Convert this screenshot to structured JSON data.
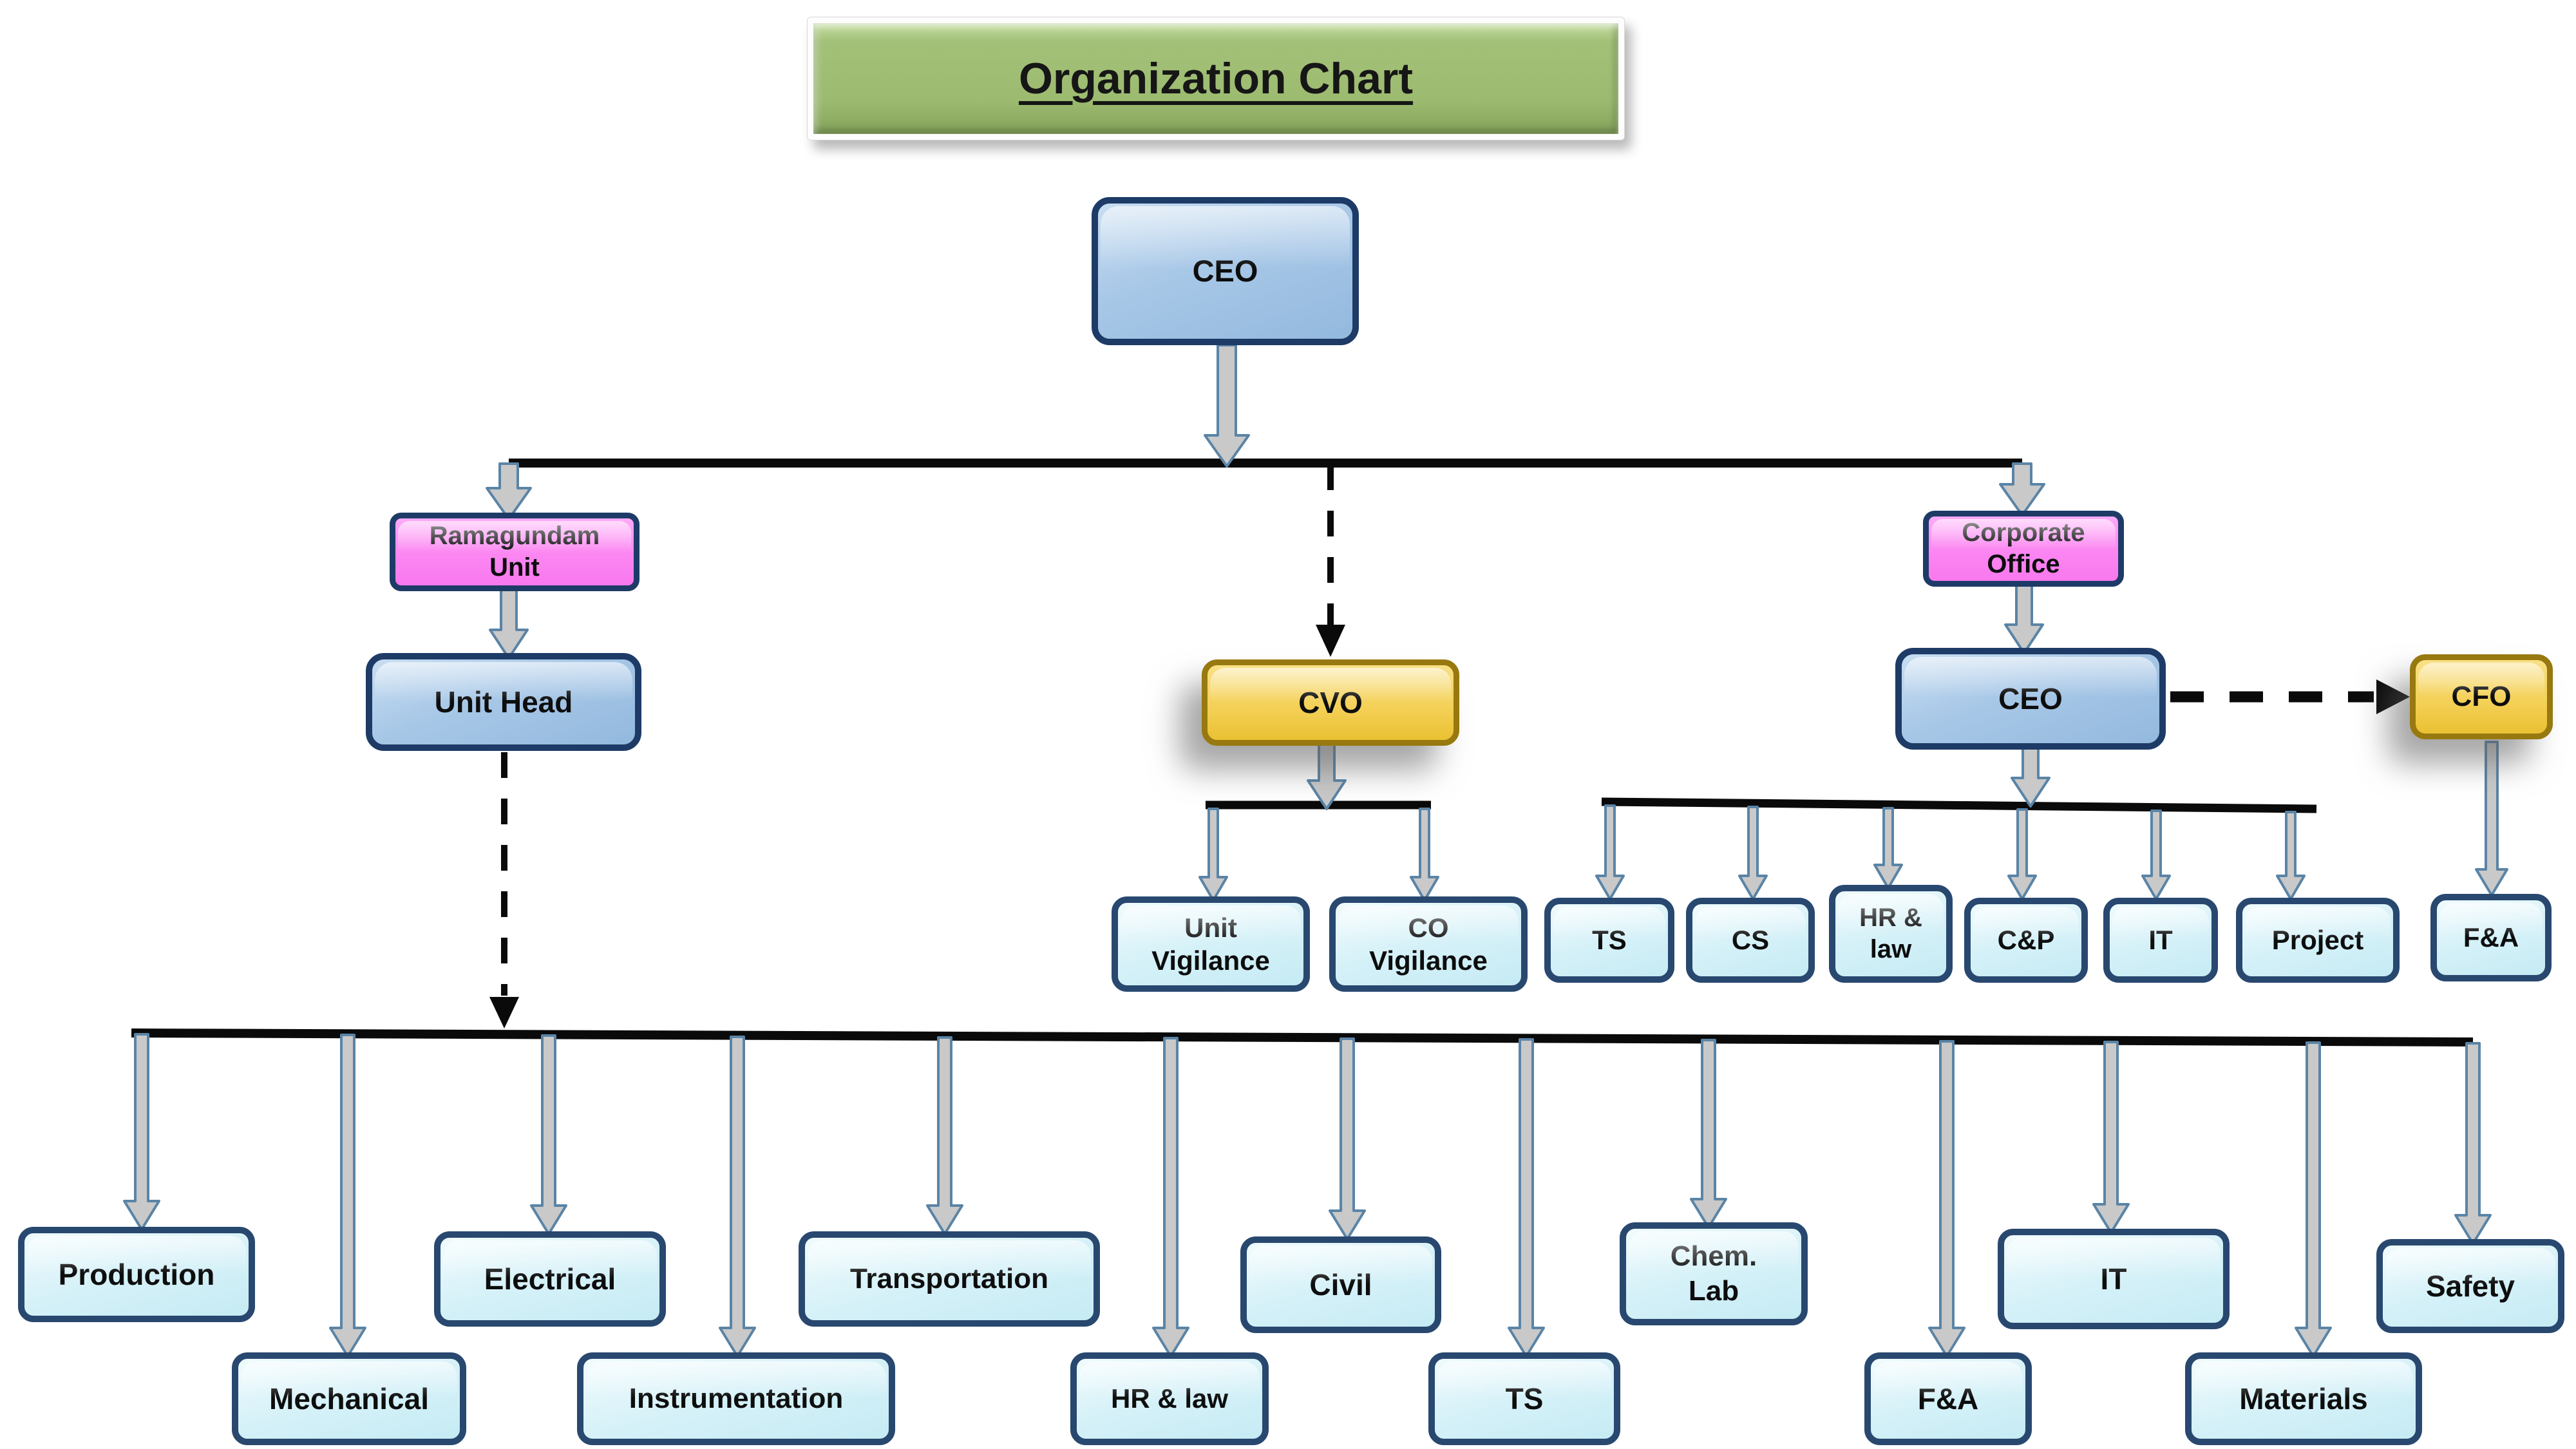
{
  "title": "Organization Chart",
  "nodes": {
    "ceo_top": "CEO",
    "ramagundam_unit": "Ramagundam Unit",
    "unit_head": "Unit Head",
    "cvo": "CVO",
    "corporate_office": "Corporate Office",
    "ceo_corporate": "CEO",
    "cfo": "CFO",
    "vigilance_departments": [
      "Unit Vigilance",
      "CO Vigilance"
    ],
    "corporate_departments": [
      "TS",
      "CS",
      "HR & law",
      "C&P",
      "IT",
      "Project"
    ],
    "cfo_department": "F&A",
    "unit_departments": [
      "Production",
      "Mechanical",
      "Electrical",
      "Instrumentation",
      "Transportation",
      "HR & law",
      "Civil",
      "TS",
      "Chem. Lab",
      "F&A",
      "IT",
      "Materials",
      "Safety"
    ]
  },
  "colors": {
    "title_green": "#9cbb70",
    "node_blue": "#a7c7e7",
    "node_pink": "#fb86f2",
    "node_gold": "#f3cf54",
    "node_cyan": "#d5f1f8",
    "border_navy": "#1d3b66",
    "border_gold": "#97790f",
    "connector_black": "#0a0a0a",
    "arrow_fill": "#c9c9c9",
    "arrow_outline": "#5a84a6"
  }
}
